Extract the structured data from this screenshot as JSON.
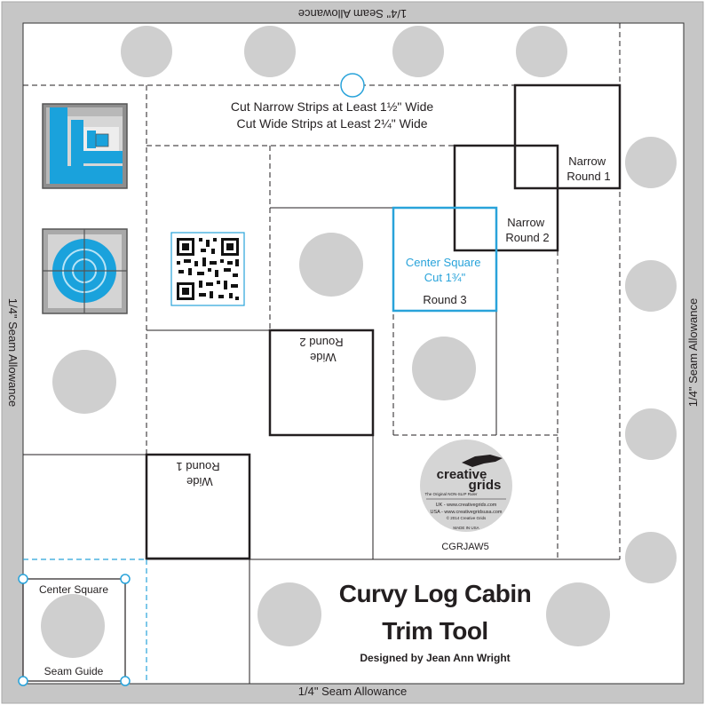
{
  "ruler": {
    "seam_top": "1/4\" Seam Allowance",
    "seam_bottom": "1/4\" Seam Allowance",
    "seam_left": "1/4\" Seam Allowance",
    "seam_right": "1/4\" Seam Allowance",
    "cut_narrow": "Cut Narrow Strips at Least 1½\" Wide",
    "cut_wide": "Cut Wide Strips at Least 2¼\" Wide",
    "narrow_round_1": [
      "Narrow",
      "Round 1"
    ],
    "narrow_round_2": [
      "Narrow",
      "Round 2"
    ],
    "center_square_cut": [
      "Center Square",
      "Cut 1¾\""
    ],
    "round_3": "Round 3",
    "wide_round_2": [
      "Wide",
      "Round 2"
    ],
    "wide_round_1": [
      "Wide",
      "Round 1"
    ],
    "center_square_guide": [
      "Center Square",
      "Seam Guide"
    ],
    "product_code": "CGRJAW5",
    "title_line1": "Curvy Log Cabin",
    "title_line2": "Trim Tool",
    "designer": "Designed by Jean Ann Wright"
  },
  "logo": {
    "brand_line1": "creative",
    "brand_line2": "grids",
    "tagline": "The Original NON-SLIP Ruler",
    "uk": "UK - www.creativegrids.com",
    "usa": "USA - www.creativegridsusa.com",
    "copyright": "© 2014 Creative Grids",
    "made_in": "MADE IN USA"
  },
  "colors": {
    "border_gray": "#c6c6c6",
    "dot_gray": "#cfcfcf",
    "accent_blue": "#29a3da",
    "line_dark": "#231f20"
  }
}
